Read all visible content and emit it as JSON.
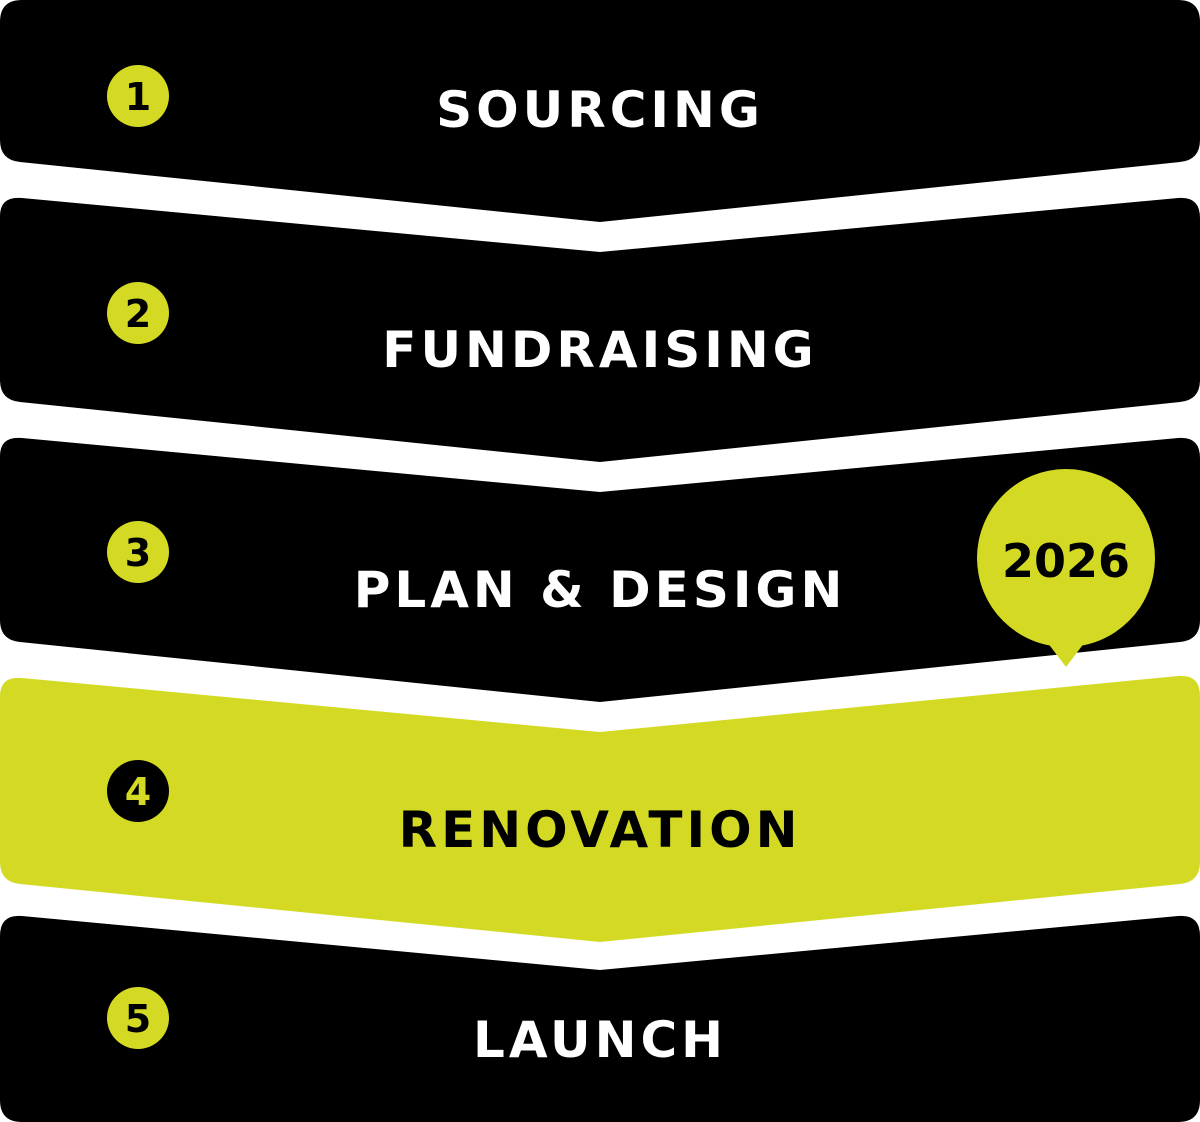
{
  "colors": {
    "dark": "#000000",
    "accent": "#d4da24",
    "light_text": "#ffffff",
    "dark_text": "#000000"
  },
  "steps": [
    {
      "number": "1",
      "label": "SOURCING",
      "highlighted": false
    },
    {
      "number": "2",
      "label": "FUNDRAISING",
      "highlighted": false
    },
    {
      "number": "3",
      "label": "PLAN & DESIGN",
      "highlighted": false
    },
    {
      "number": "4",
      "label": "RENOVATION",
      "highlighted": true
    },
    {
      "number": "5",
      "label": "LAUNCH",
      "highlighted": false
    }
  ],
  "badge": {
    "text": "2026"
  }
}
